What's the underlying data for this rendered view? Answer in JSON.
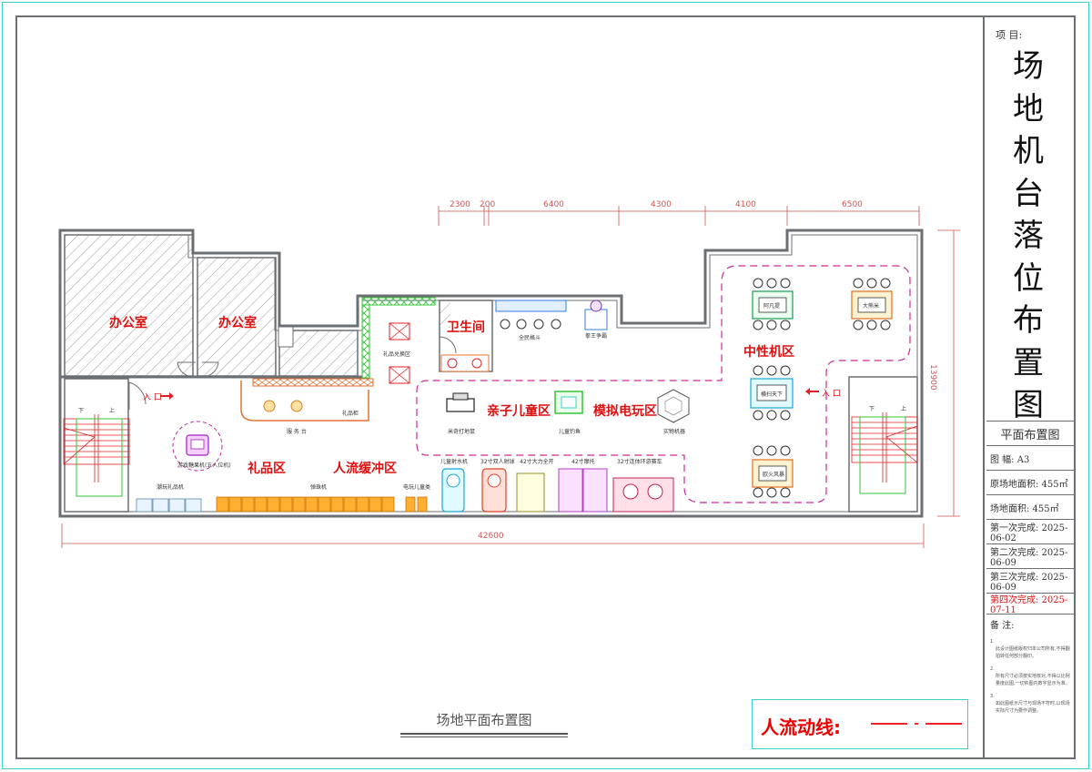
{
  "title_block": {
    "project_label": "项  目:",
    "project_chars": [
      "场",
      "地",
      "机",
      "台",
      "落",
      "位",
      "布",
      "置",
      "图"
    ],
    "drawing_name": "平面布置图",
    "sheet_size": "图    幅:   A3",
    "original_area": "原场地面积:  455㎡",
    "site_area": "场地面积:     455㎡",
    "completions": [
      {
        "text": "第一次完成:  2025-06-02",
        "color": "#333333"
      },
      {
        "text": "第二次完成:  2025-06-09",
        "color": "#333333"
      },
      {
        "text": "第三次完成:  2025-06-09",
        "color": "#333333"
      },
      {
        "text": "第四次完成:  2025-07-11",
        "color": "#dd1111"
      }
    ],
    "notes_label": "备    注:",
    "notes": [
      "此设计图纸版权归本公司所有,不得翻拍转任何部分翻印。",
      "所有尺寸必须按实地核对,不得以比例量度此图,一切依图内数字显示为准。",
      "如此图纸示尺寸与现场不符时,以现场实际尺寸为要作调整。"
    ],
    "note_numbers": [
      "1.",
      "2.",
      "3."
    ]
  },
  "bottom_title": "场地平面布置图",
  "legend": {
    "label": "人流动线:",
    "line_color": "#ee2222"
  },
  "dimensions": {
    "top": [
      "2300",
      "200",
      "6400",
      "4300",
      "4100",
      "6500"
    ],
    "bottom": "42600",
    "right": "13900"
  },
  "rooms": {
    "office1": "办公室",
    "office2": "办公室",
    "restroom": "卫生间"
  },
  "zones": {
    "parent_child": "亲子儿童区",
    "sim_games": "模拟电玩区",
    "neutral": "中性机区",
    "gifts": "礼品区",
    "buffer": "人流缓冲区"
  },
  "labels": {
    "gift_exchange": "礼品兑换区",
    "gift_cabinet": "礼品柜",
    "service_desk": "服 务 台",
    "entry_left": "入 口",
    "entry_right": "入 口",
    "stairs_down_left": "下",
    "stairs_up_left": "上",
    "stairs_down_right": "下",
    "stairs_up_right": "上",
    "full_kids": "全民格斗",
    "boxing_king": "拳王争霸",
    "mini_hit": "米奇打地鼠",
    "kids_fishing": "儿童钓鱼",
    "prize_machine": "实物机器",
    "doll_machine": "游戏糖果机(五人位机)",
    "small_gift": "潮玩礼品机",
    "claw_row": "弹珠机",
    "kids_ride": "电玩儿童类",
    "kids_shooting": "儿童射水机",
    "double_shoot": "32寸双人射球",
    "boxing42": "42寸大力全开",
    "moto42": "42寸摩托",
    "racing32": "32寸连体环游赛车",
    "tables": [
      "阿凡提",
      "大熊米",
      "横扫天下",
      "欧火风暴"
    ]
  },
  "colors": {
    "wall": "#6b6f73",
    "red": "#dd1111",
    "magenta": "#cc2a9a",
    "cyan": "#3ccfcf",
    "green": "#35c43a",
    "orange": "#f0a040"
  }
}
